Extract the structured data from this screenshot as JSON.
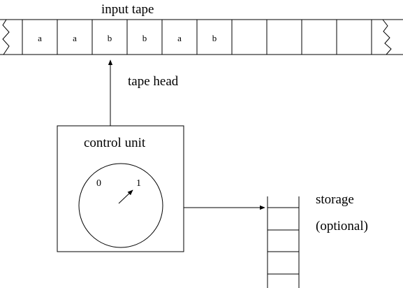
{
  "diagram": {
    "tape_label": "input tape",
    "tape_cells": [
      "a",
      "a",
      "b",
      "b",
      "a",
      "b",
      "",
      "",
      "",
      ""
    ],
    "head_label": "tape head",
    "control_label": "control unit",
    "dial": {
      "min_label": "0",
      "max_label": "1"
    },
    "storage_label_1": "storage",
    "storage_label_2": "(optional)"
  }
}
